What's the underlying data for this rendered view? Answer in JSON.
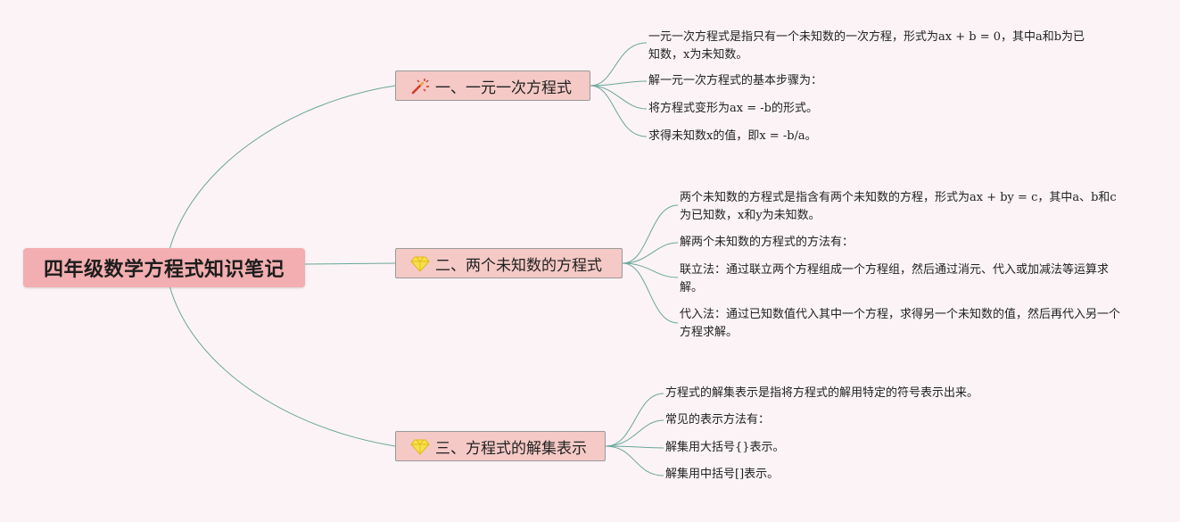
{
  "root": {
    "title": "四年级数学方程式知识笔记"
  },
  "branches": [
    {
      "title": "一、一元一次方程式",
      "icon": "magic-wand-icon",
      "items": [
        "一元一次方程式是指只有一个未知数的一次方程，形式为ax + b = 0，其中a和b为已知数，x为未知数。",
        "解一元一次方程式的基本步骤为：",
        "将方程式变形为ax = -b的形式。",
        "求得未知数x的值，即x = -b/a。"
      ]
    },
    {
      "title": "二、两个未知数的方程式",
      "icon": "gem-icon",
      "items": [
        "两个未知数的方程式是指含有两个未知数的方程，形式为ax + by = c，其中a、b和c为已知数，x和y为未知数。",
        "解两个未知数的方程式的方法有：",
        "联立法：通过联立两个方程组成一个方程组，然后通过消元、代入或加减法等运算求解。",
        "代入法：通过已知数值代入其中一个方程，求得另一个未知数的值，然后再代入另一个方程求解。"
      ]
    },
    {
      "title": "三、方程式的解集表示",
      "icon": "gem-icon",
      "items": [
        "方程式的解集表示是指将方程式的解用特定的符号表示出来。",
        "常见的表示方法有：",
        "解集用大括号{}表示。",
        "解集用中括号[]表示。"
      ]
    }
  ]
}
